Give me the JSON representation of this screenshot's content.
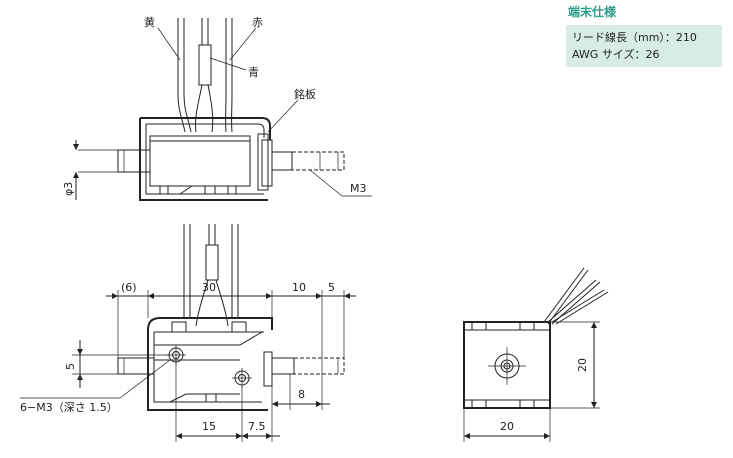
{
  "spec": {
    "title": "端末仕様",
    "lead_length": "リード線長（mm）：210",
    "awg": "AWG サイズ：26"
  },
  "labels": {
    "yellow": "黄",
    "red": "赤",
    "blue": "青",
    "nameplate": "銘板",
    "m3": "M3",
    "phi3": "φ3",
    "dim_6": "(6)",
    "dim_30": "30",
    "dim_10": "10",
    "dim_5_top": "5",
    "dim_5_left": "5",
    "dim_8": "8",
    "dim_15": "15",
    "dim_7_5": "7.5",
    "dim_20_w": "20",
    "dim_20_h": "20",
    "tap_note": "6−M3（深さ 1.5）"
  }
}
